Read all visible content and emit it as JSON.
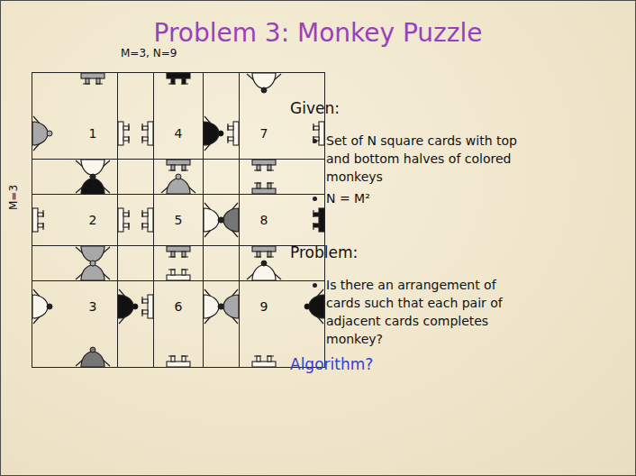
{
  "diagram": {
    "title": "Problem 3: Monkey Puzzle",
    "nodes": [
      {
        "text": [
          "1"
        ]
      },
      {
        "text": [
          "4"
        ]
      },
      {
        "text": [
          "7"
        ]
      },
      {
        "text": [
          "2"
        ]
      },
      {
        "text": [
          "5"
        ]
      },
      {
        "text": [
          "8"
        ]
      },
      {
        "text": [
          "3"
        ]
      },
      {
        "text": [
          "6"
        ]
      },
      {
        "text": [
          "9"
        ]
      }
    ],
    "labels": [
      "M=3, N=9",
      "M=3",
      "Given:",
      "Set of N square cards with top and bottom halves of colored monkeys",
      "N = M²",
      "Problem:",
      "Is there an arrangement of cards such that each pair of adjacent cards completes monkey?",
      "Algorithm?"
    ]
  }
}
